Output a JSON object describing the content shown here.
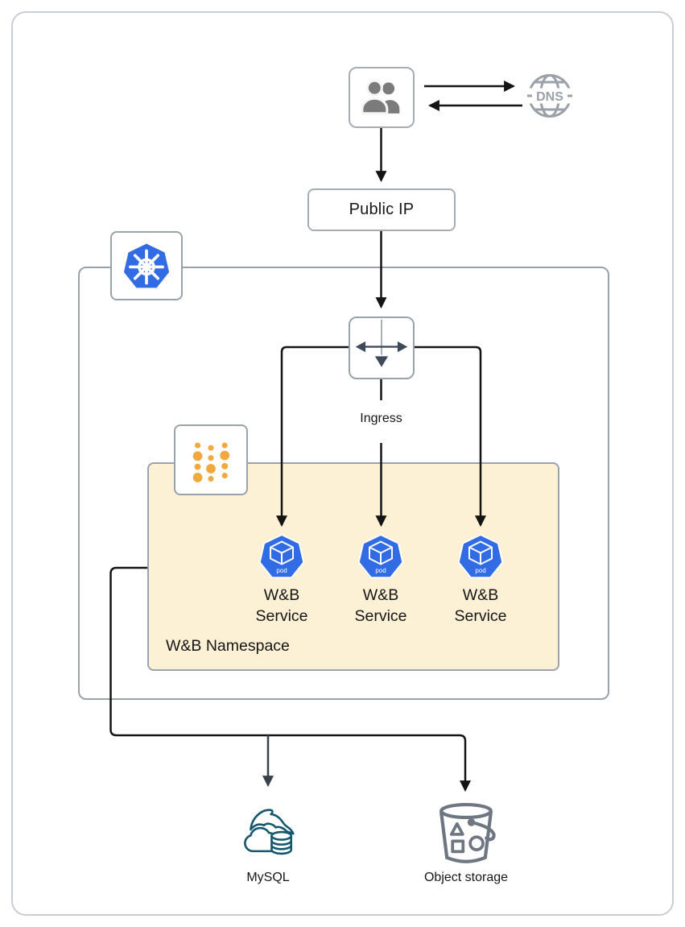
{
  "nodes": {
    "dns": {
      "text": "DNS"
    },
    "public_ip": {
      "label": "Public IP"
    },
    "ingress": {
      "label": "Ingress"
    },
    "namespace": {
      "label": "W&B Namespace"
    },
    "pods": [
      {
        "label": "W&B Service",
        "badge": "pod"
      },
      {
        "label": "W&B Service",
        "badge": "pod"
      },
      {
        "label": "W&B Service",
        "badge": "pod"
      }
    ],
    "mysql": {
      "label": "MySQL"
    },
    "object_storage": {
      "label": "Object storage"
    }
  },
  "colors": {
    "kubernetes_blue": "#326CE5",
    "namespace_fill": "#FCF0D5",
    "namespace_dots_orange": "#F1A83C",
    "mysql_teal": "#15586E",
    "storage_gray": "#6E7681",
    "users_gray": "#7B7B7B",
    "dns_gray": "#9AA1A8",
    "connector_black": "#141414",
    "ingress_arrow_slate": "#3E4A59",
    "box_border_gray": "#99A3AC"
  }
}
